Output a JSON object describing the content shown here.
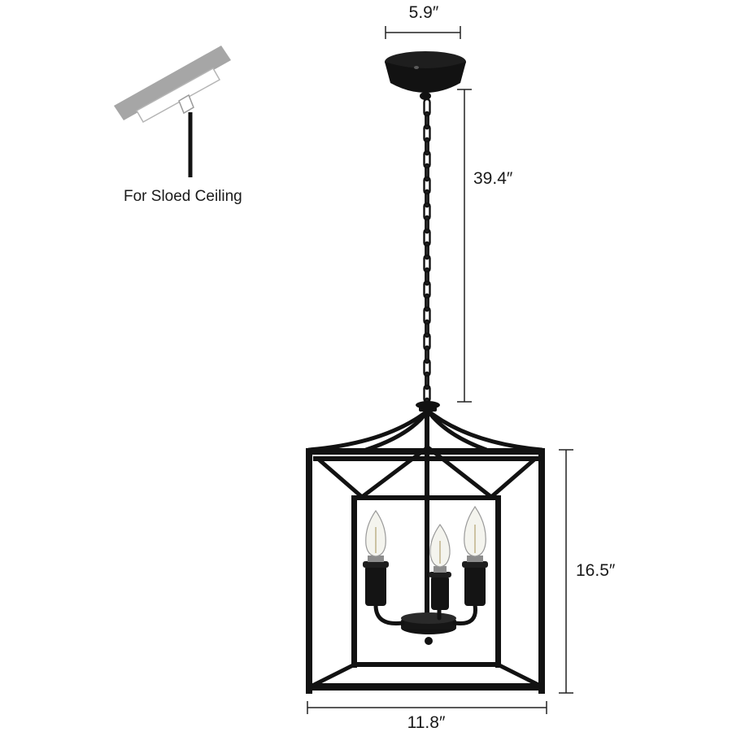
{
  "dimensions": {
    "canopy_width": "5.9″",
    "chain_length": "39.4″",
    "cage_height": "16.5″",
    "cage_width": "11.8″"
  },
  "sloped_ceiling": {
    "caption": "For Sloed Ceiling"
  },
  "colors": {
    "fixture": "#121212",
    "dimension_line": "#222222",
    "ceiling_gray": "#a6a6a6",
    "bulb_glass": "#f4f4ee",
    "background": "#ffffff"
  },
  "bulb_count": 3
}
